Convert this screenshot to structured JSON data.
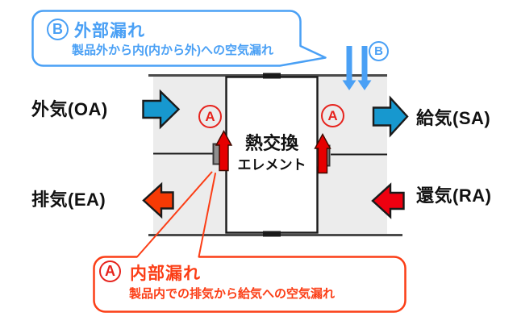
{
  "colors": {
    "arrow-blue": "#1798CF",
    "sky-blue": "#4AA0F5",
    "leak-red": "#E60000",
    "marker-red": "#E6231D",
    "alert-red": "#FB3E16",
    "ea-orange": "#F63A05",
    "ra-red": "#EE0010",
    "panel-gray": "#ECECEC",
    "seal-gray": "#8F8F8F",
    "frame-dark": "#4A4A4A",
    "ink": "#111111"
  },
  "streams": {
    "oa": "外気(OA)",
    "sa": "給気(SA)",
    "ea": "排気(EA)",
    "ra": "還気(RA)"
  },
  "element": {
    "line1": "熱交換",
    "line2": "エレメント"
  },
  "markers": {
    "a": "A",
    "b": "B"
  },
  "callouts": {
    "external": {
      "marker": "B",
      "title": "外部漏れ",
      "description": "製品外から内(内から外)への空気漏れ"
    },
    "internal": {
      "marker": "A",
      "title": "内部漏れ",
      "description": "製品内での排気から給気への空気漏れ"
    }
  }
}
